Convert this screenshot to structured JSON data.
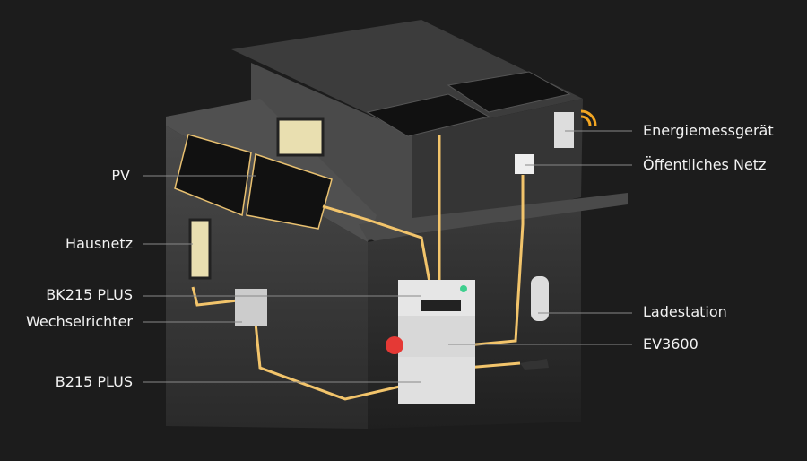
{
  "labels_left": {
    "pv": "PV",
    "hausnetz": "Hausnetz",
    "bk215": "BK215 PLUS",
    "wechselrichter": "Wechselrichter",
    "b215": "B215 PLUS"
  },
  "labels_right": {
    "energiemessgeraet": "Energiemessgerät",
    "netz": "Öffentliches Netz",
    "ladestation": "Ladestation",
    "ev3600": "EV3600"
  },
  "colors": {
    "background": "#1c1c1c",
    "flow": "#f2c46b",
    "battery_accent": "#e53935",
    "status_led": "#3ecf8e"
  }
}
